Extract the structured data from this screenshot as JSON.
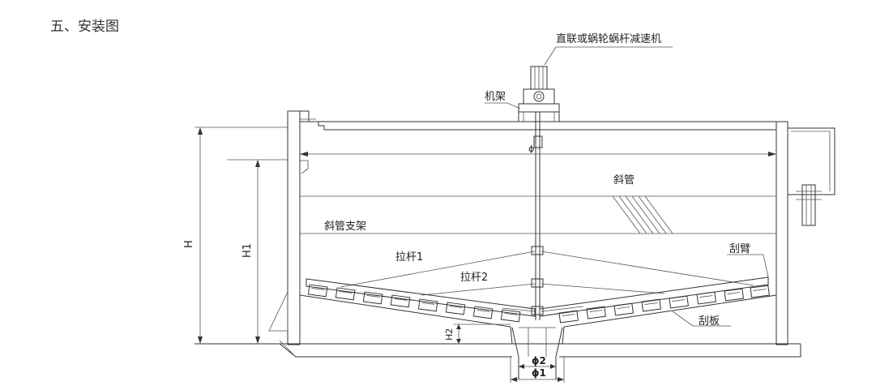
{
  "heading": "五、安装图",
  "labels": {
    "motor": "直联或蜗轮蜗杆减速机",
    "frame": "机架",
    "tube": "斜管",
    "tube_support": "斜管支架",
    "rod1": "拉杆1",
    "rod2": "拉杆2",
    "arm": "刮臂",
    "blade": "刮板",
    "dim_H": "H",
    "dim_H1": "H1",
    "dim_H2": "H2",
    "phi": "ϕ",
    "phi1": "ϕ1",
    "phi2": "ϕ2"
  }
}
